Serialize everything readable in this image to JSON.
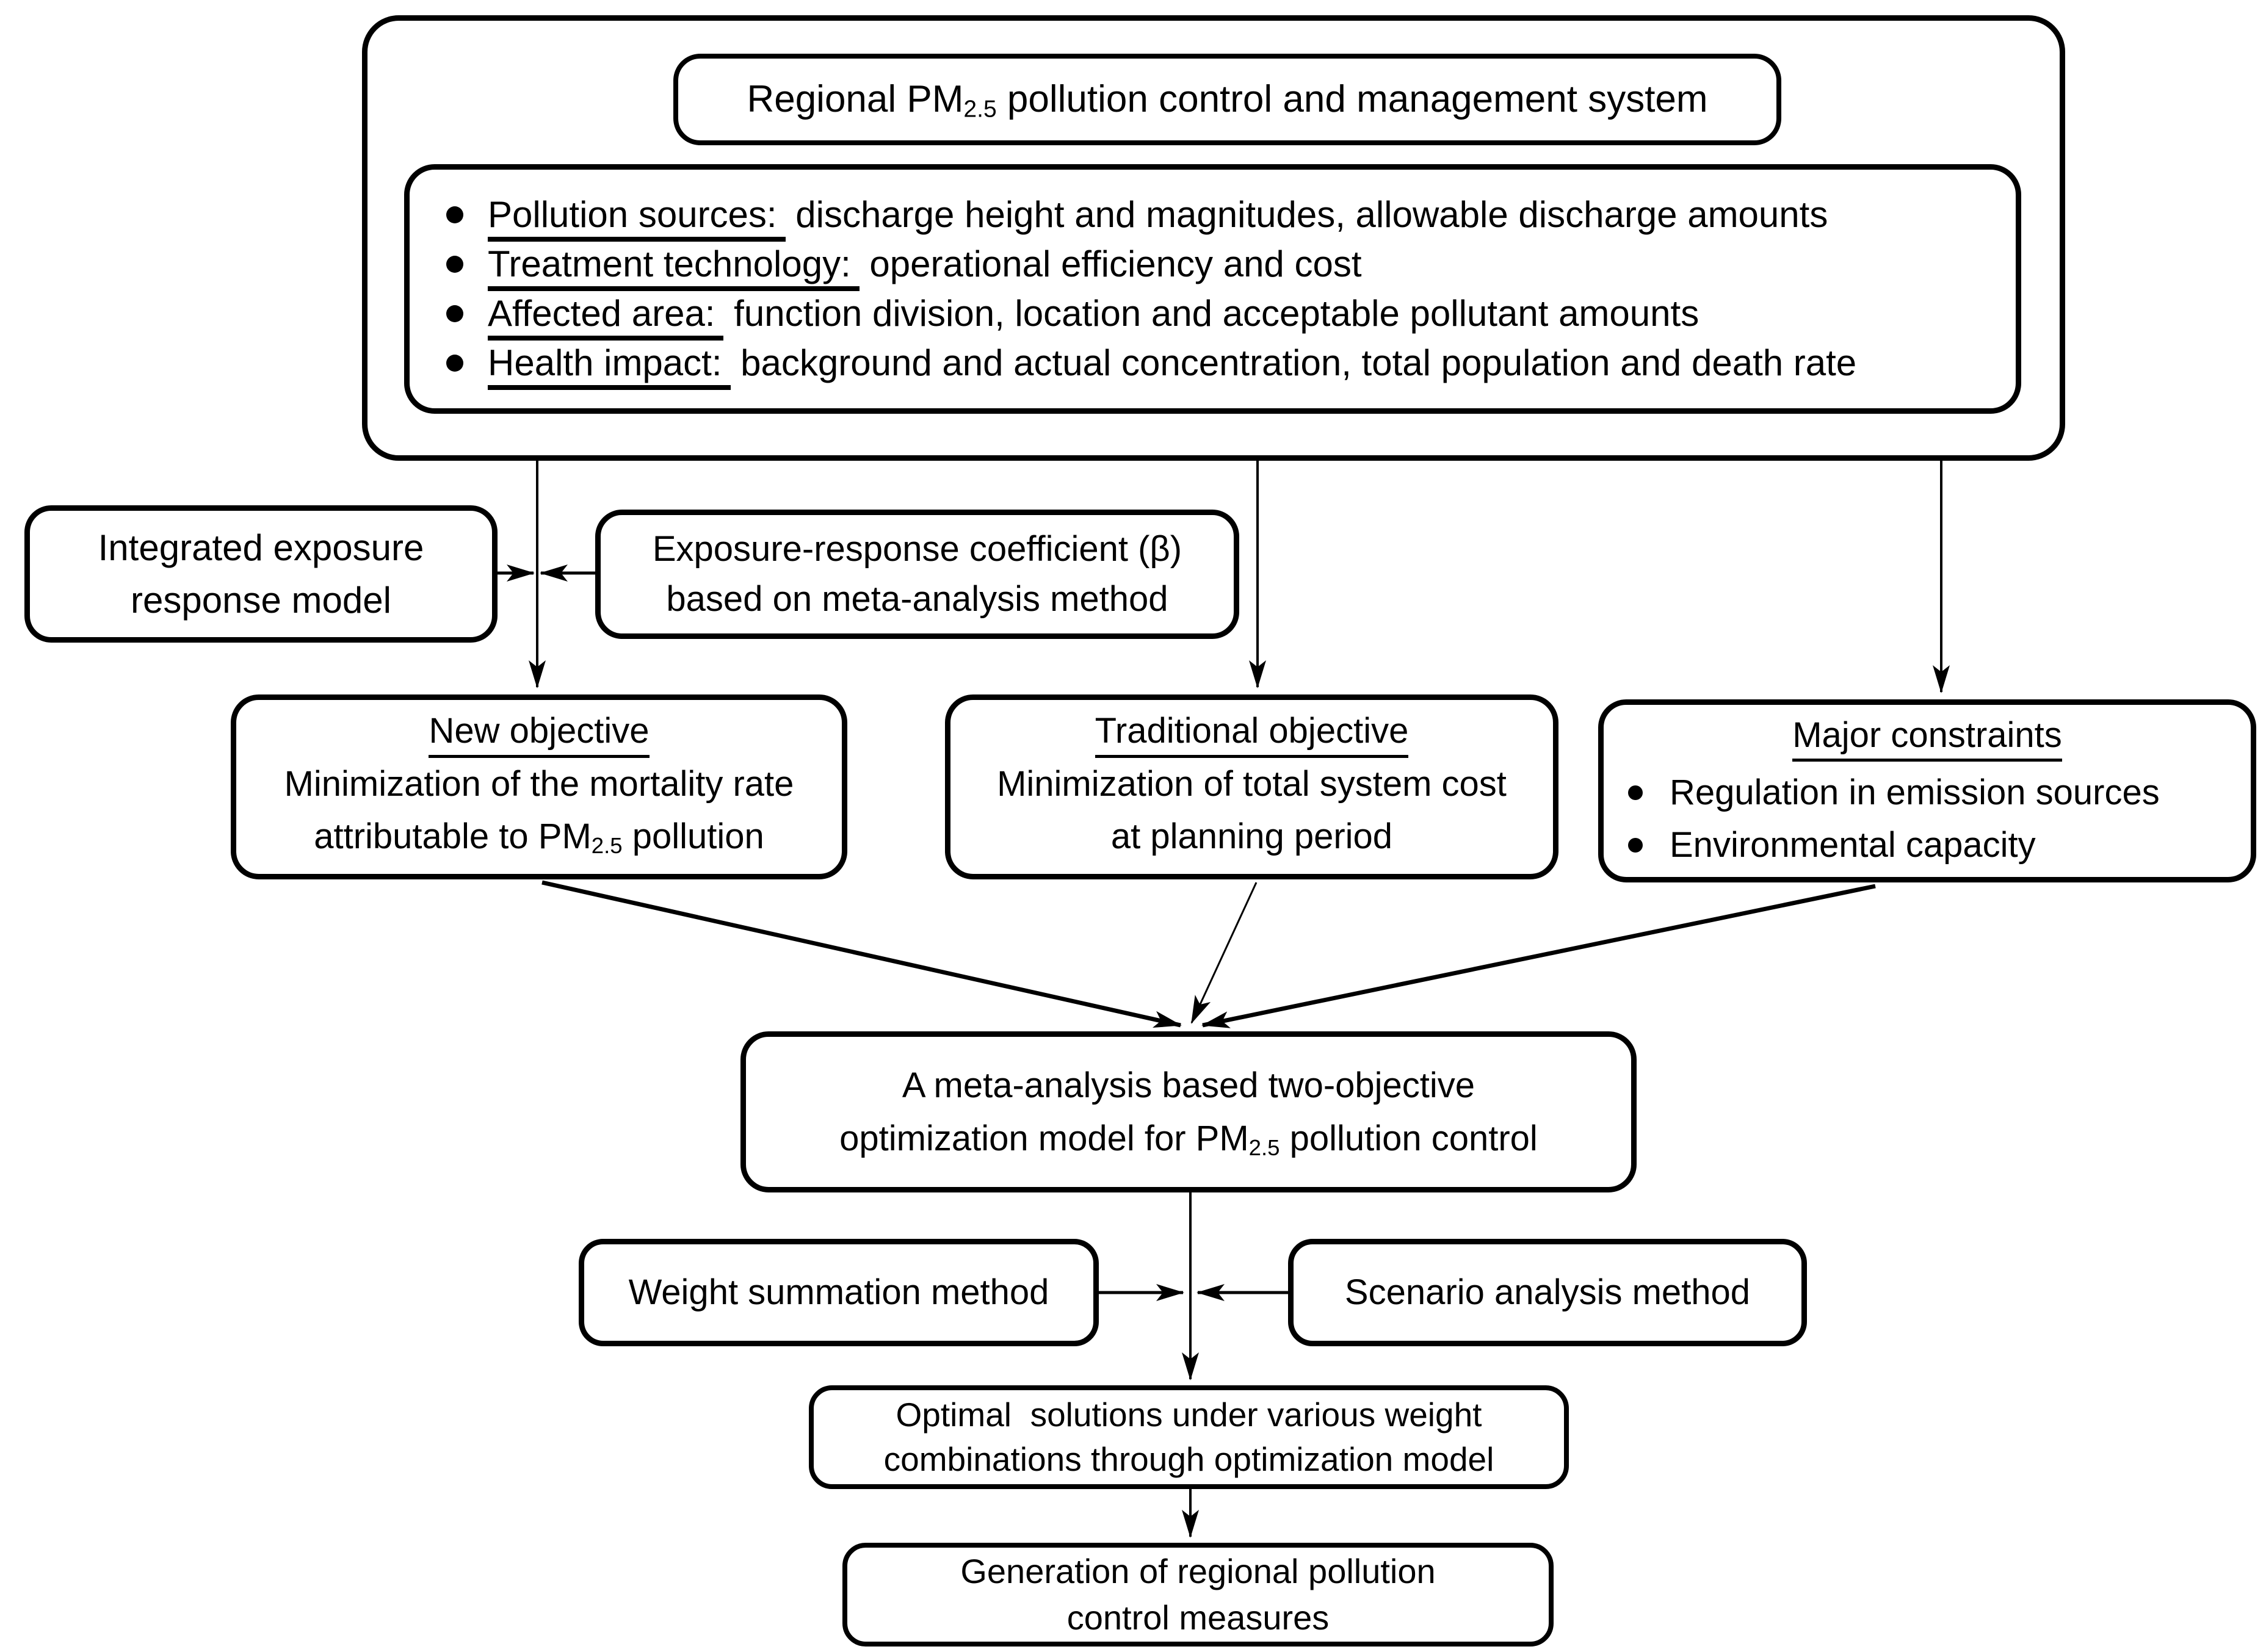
{
  "colors": {
    "line": "#000000",
    "background": "#ffffff",
    "text": "#000000"
  },
  "diagram": {
    "system": {
      "title": {
        "pre": "Regional PM",
        "sub": "2.5",
        "post": " pollution control and management system"
      },
      "bullets": [
        {
          "lead": "Pollution sources:",
          "rest": " discharge height and magnitudes, allowable discharge amounts"
        },
        {
          "lead": "Treatment technology:",
          "rest": " operational efficiency and cost"
        },
        {
          "lead": "Affected area:",
          "rest": " function division, location and acceptable pollutant amounts"
        },
        {
          "lead": "Health impact:",
          "rest": " background and actual concentration, total population and death rate"
        }
      ]
    },
    "integrated_model": {
      "line1": "Integrated exposure",
      "line2": "response model"
    },
    "exposure_coefficient": {
      "line1": "Exposure-response coefficient (β)",
      "line2": "based on meta-analysis method"
    },
    "new_objective": {
      "heading": "New objective",
      "line1": "Minimization of the mortality rate",
      "line2_pre": "attributable to PM",
      "line2_sub": "2.5",
      "line2_post": " pollution"
    },
    "traditional_objective": {
      "heading": "Traditional objective",
      "line1": "Minimization of total system cost",
      "line2": "at planning period"
    },
    "major_constraints": {
      "heading": "Major constraints",
      "bullets": [
        "Regulation in emission sources",
        "Environmental capacity"
      ]
    },
    "optimization_model": {
      "line1": "A meta-analysis based two-objective",
      "line2_pre": "optimization model for PM",
      "line2_sub": "2.5",
      "line2_post": " pollution control"
    },
    "weight_method": {
      "label": "Weight summation method"
    },
    "scenario_method": {
      "label": "Scenario analysis method"
    },
    "optimal_solutions": {
      "line1": "Optimal  solutions under various weight",
      "line2": "combinations through optimization model"
    },
    "generation": {
      "line1": "Generation of regional pollution",
      "line2": "control measures"
    }
  }
}
